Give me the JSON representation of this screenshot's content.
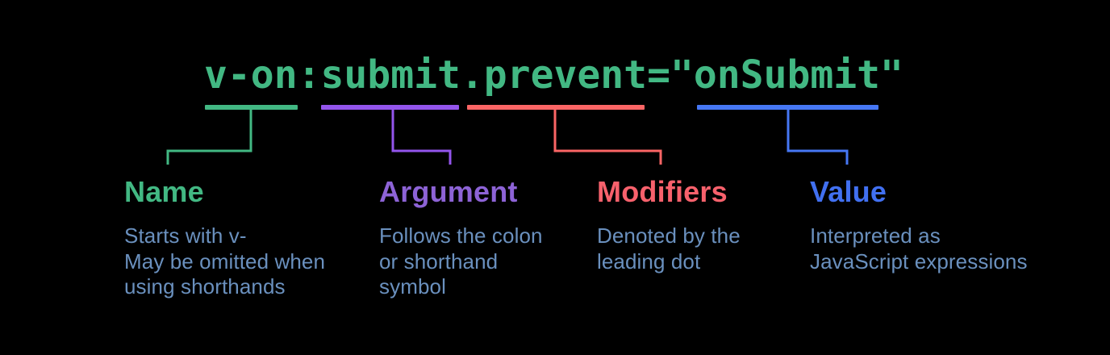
{
  "background_color": "#000000",
  "code": {
    "text": "v-on:submit.prevent=\"onSubmit\"",
    "color": "#42b883"
  },
  "description_color": "#6a90be",
  "sections": [
    {
      "id": "name",
      "label": "Name",
      "color": "#42b883",
      "label_color": "#42b883",
      "description": "Starts with v-\nMay be omitted when\nusing shorthands"
    },
    {
      "id": "argument",
      "label": "Argument",
      "color": "#9355ec",
      "label_color": "#8d63d6",
      "description": "Follows the colon\nor shorthand\nsymbol"
    },
    {
      "id": "modifiers",
      "label": "Modifiers",
      "color": "#fb6565",
      "label_color": "#f8616c",
      "description": "Denoted by the\nleading dot"
    },
    {
      "id": "value",
      "label": "Value",
      "color": "#4677f4",
      "label_color": "#4170f1",
      "description": "Interpreted as\nJavaScript expressions"
    }
  ]
}
